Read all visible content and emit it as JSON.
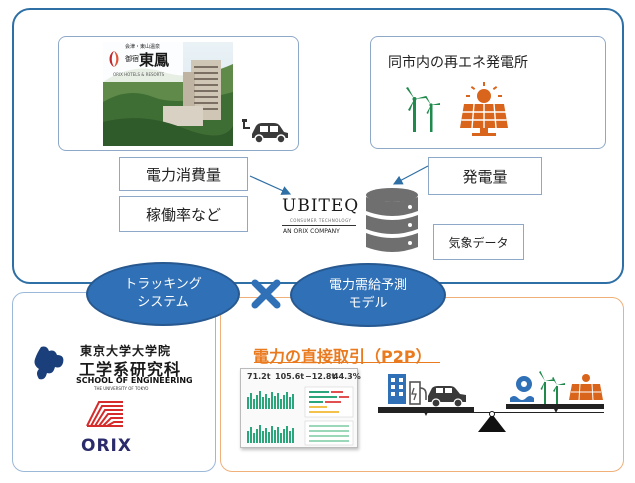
{
  "hotel": {
    "logo_line_top": "会津・東山温泉",
    "logo_name_small": "御宿",
    "logo_name": "東鳳",
    "logo_line_bottom": "ORIX HOTELS & RESORTS"
  },
  "plant": {
    "title": "同市内の再エネ発電所"
  },
  "labels": {
    "consumption": "電力消費量",
    "utilization": "稼働率など",
    "generation": "発電量",
    "weather": "気象データ"
  },
  "ubiteq": {
    "name": "UBITEQ",
    "tagline": "CONSUMER TECHNOLOGY",
    "sub": "AN ORIX COMPANY"
  },
  "ovals": {
    "tracking_line1": "トラッキング",
    "tracking_line2": "システム",
    "model_line1": "電力需給予測",
    "model_line2": "モデル"
  },
  "univ": {
    "line1": "東京大学大学院",
    "line2": "工学系研究科",
    "line3": "SCHOOL OF ENGINEERING",
    "line4": "THE UNIVERSITY OF TOKYO"
  },
  "orix": {
    "name": "ORIX"
  },
  "p2p": {
    "title": "電力の直接取引（P2P）"
  },
  "dashboard": {
    "kpi": [
      "71.2t",
      "105.6t",
      "−12.8t",
      "44.3%"
    ]
  },
  "colors": {
    "frame_blue": "#2e6fa5",
    "oval_blue": "#2f70b7",
    "accent_orange": "#ea7a1e",
    "panel_orange": "#f0b07a",
    "icon_green": "#1f8a4c",
    "solar_orange": "#d9641c",
    "building_blue": "#2f70b7"
  },
  "icons": [
    "car-ev-icon",
    "wind-turbine-icon",
    "solar-panel-icon",
    "database-icon",
    "building-icon",
    "ev-charger-icon",
    "hydro-icon",
    "balance-scale-icon",
    "cross-icon"
  ]
}
